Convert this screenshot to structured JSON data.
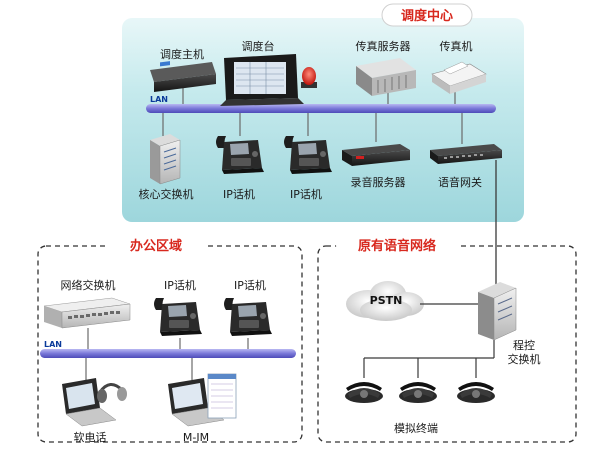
{
  "sections": {
    "dispatch_center": "调度中心",
    "office_area": "办公区域",
    "existing_voice_network": "原有语音网络"
  },
  "lan": [
    "LAN",
    "LAN"
  ],
  "devices": {
    "dispatch_host": "调度主机",
    "dispatch_console": "调度台",
    "fax_server": "传真服务器",
    "fax_machine": "传真机",
    "core_switch": "核心交换机",
    "ip_phone_1": "IP话机",
    "ip_phone_2": "IP话机",
    "recording_server": "录音服务器",
    "voice_gateway": "语音网关",
    "network_switch": "网络交换机",
    "office_ip_phone_1": "IP话机",
    "office_ip_phone_2": "IP话机",
    "softphone": "软电话",
    "mim": "M-IM",
    "pstn": "PSTN",
    "pbx_line1": "程控",
    "pbx_line2": "交换机",
    "analog_terminal": "模拟终端"
  },
  "colors": {
    "section_title": "#d8281e",
    "lan_bus": "#7a78d8",
    "dispatch_bg": "#bfe7ea",
    "title_badge": "#ffffff"
  },
  "icons": [
    "server-rack-icon",
    "console-monitor-icon",
    "alarm-light-icon",
    "fax-server-icon",
    "fax-machine-icon",
    "cabinet-switch-icon",
    "ip-phone-icon",
    "recorder-icon",
    "gateway-icon",
    "network-switch-icon",
    "laptop-icon",
    "cloud-icon",
    "pbx-tower-icon",
    "analog-phone-icon"
  ]
}
